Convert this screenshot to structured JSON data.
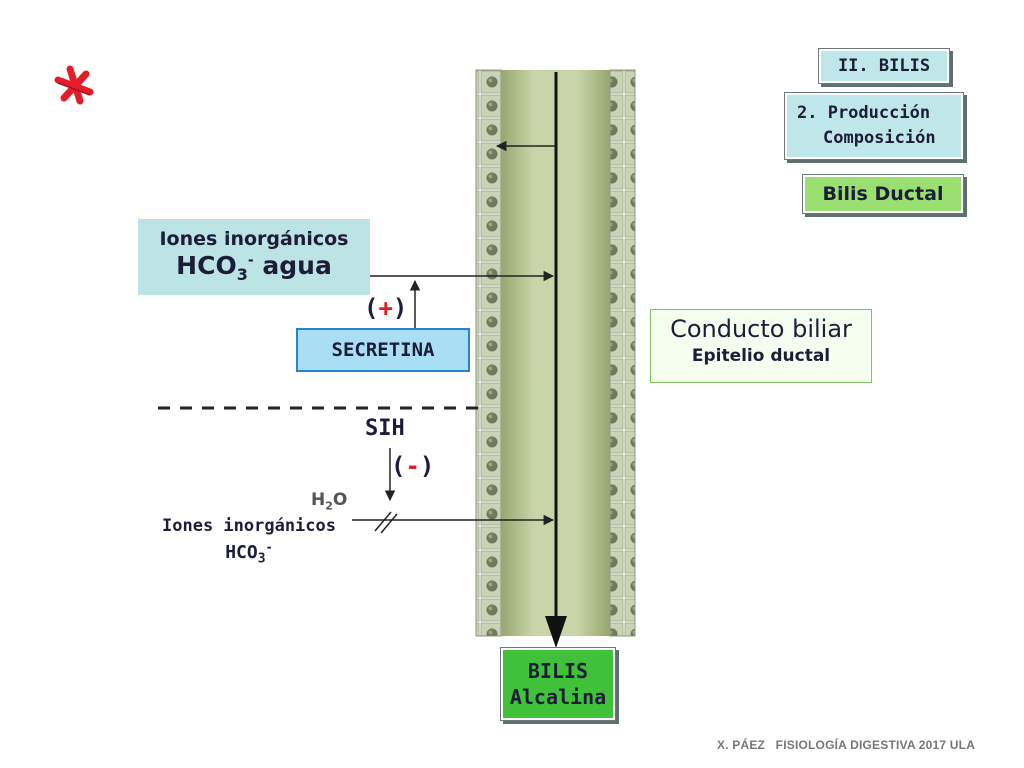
{
  "section": {
    "label": "II. BILIS"
  },
  "subsection": {
    "line1": "2. Producción",
    "line2": "Composición"
  },
  "topic": {
    "label": "Bilis Ductal"
  },
  "secretion_input": {
    "line1": "Iones inorgánicos",
    "formula_main": "HCO",
    "formula_sub": "3",
    "formula_sup": "-",
    "water": "agua"
  },
  "stimulus": {
    "sign_open": "(",
    "sign": "+",
    "sign_close": ")"
  },
  "secretina": {
    "label": "SECRETINA"
  },
  "duct": {
    "title": "Conducto biliar",
    "subtitle": "Epitelio ductal"
  },
  "inhibitor": {
    "label": "SIH",
    "sign_open": "(",
    "sign": "-",
    "sign_close": ")"
  },
  "water_label": {
    "main": "H",
    "sub": "2",
    "end": "O"
  },
  "blocked_input": {
    "line1": "Iones inorgánicos",
    "formula_main": "HCO",
    "formula_sub": "3",
    "formula_sup": "-"
  },
  "output": {
    "line1": "BILIS",
    "line2": "Alcalina"
  },
  "footer": {
    "text": "X. PÁEZ   FISIOLOGÍA DIGESTIVA 2017 ULA"
  },
  "colors": {
    "asterisk": "#e51c2a",
    "duct_lumen": "#c6d3a4",
    "epithelium": "#c8d1b2",
    "accent_red": "#e02020"
  }
}
